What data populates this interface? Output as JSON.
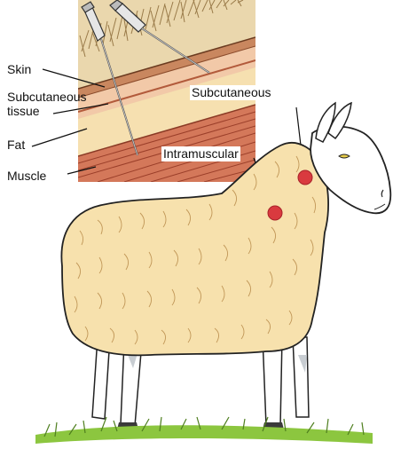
{
  "layers": [
    {
      "id": "skin",
      "label": "Skin"
    },
    {
      "id": "subcutaneous-tissue",
      "label_line1": "Subcutaneous",
      "label_line2": "tissue"
    },
    {
      "id": "fat",
      "label": "Fat"
    },
    {
      "id": "muscle",
      "label": "Muscle"
    }
  ],
  "injection_sites": [
    {
      "id": "subcutaneous",
      "label": "Subcutaneous",
      "marker_color": "#d93a3f"
    },
    {
      "id": "intramuscular",
      "label": "Intramuscular",
      "marker_color": "#d93a3f"
    }
  ],
  "colors": {
    "skin_band": "#c9875f",
    "subcutaneous_band": "#f2c9a8",
    "fat_band": "#f6e0b0",
    "muscle_band": "#d4785a",
    "fleece": "#f7e1ad",
    "grass": "#8cc63f",
    "outline": "#222222"
  },
  "subject": {
    "animal_icon": "sheep-icon",
    "syringe_icon": "syringe-icon"
  }
}
